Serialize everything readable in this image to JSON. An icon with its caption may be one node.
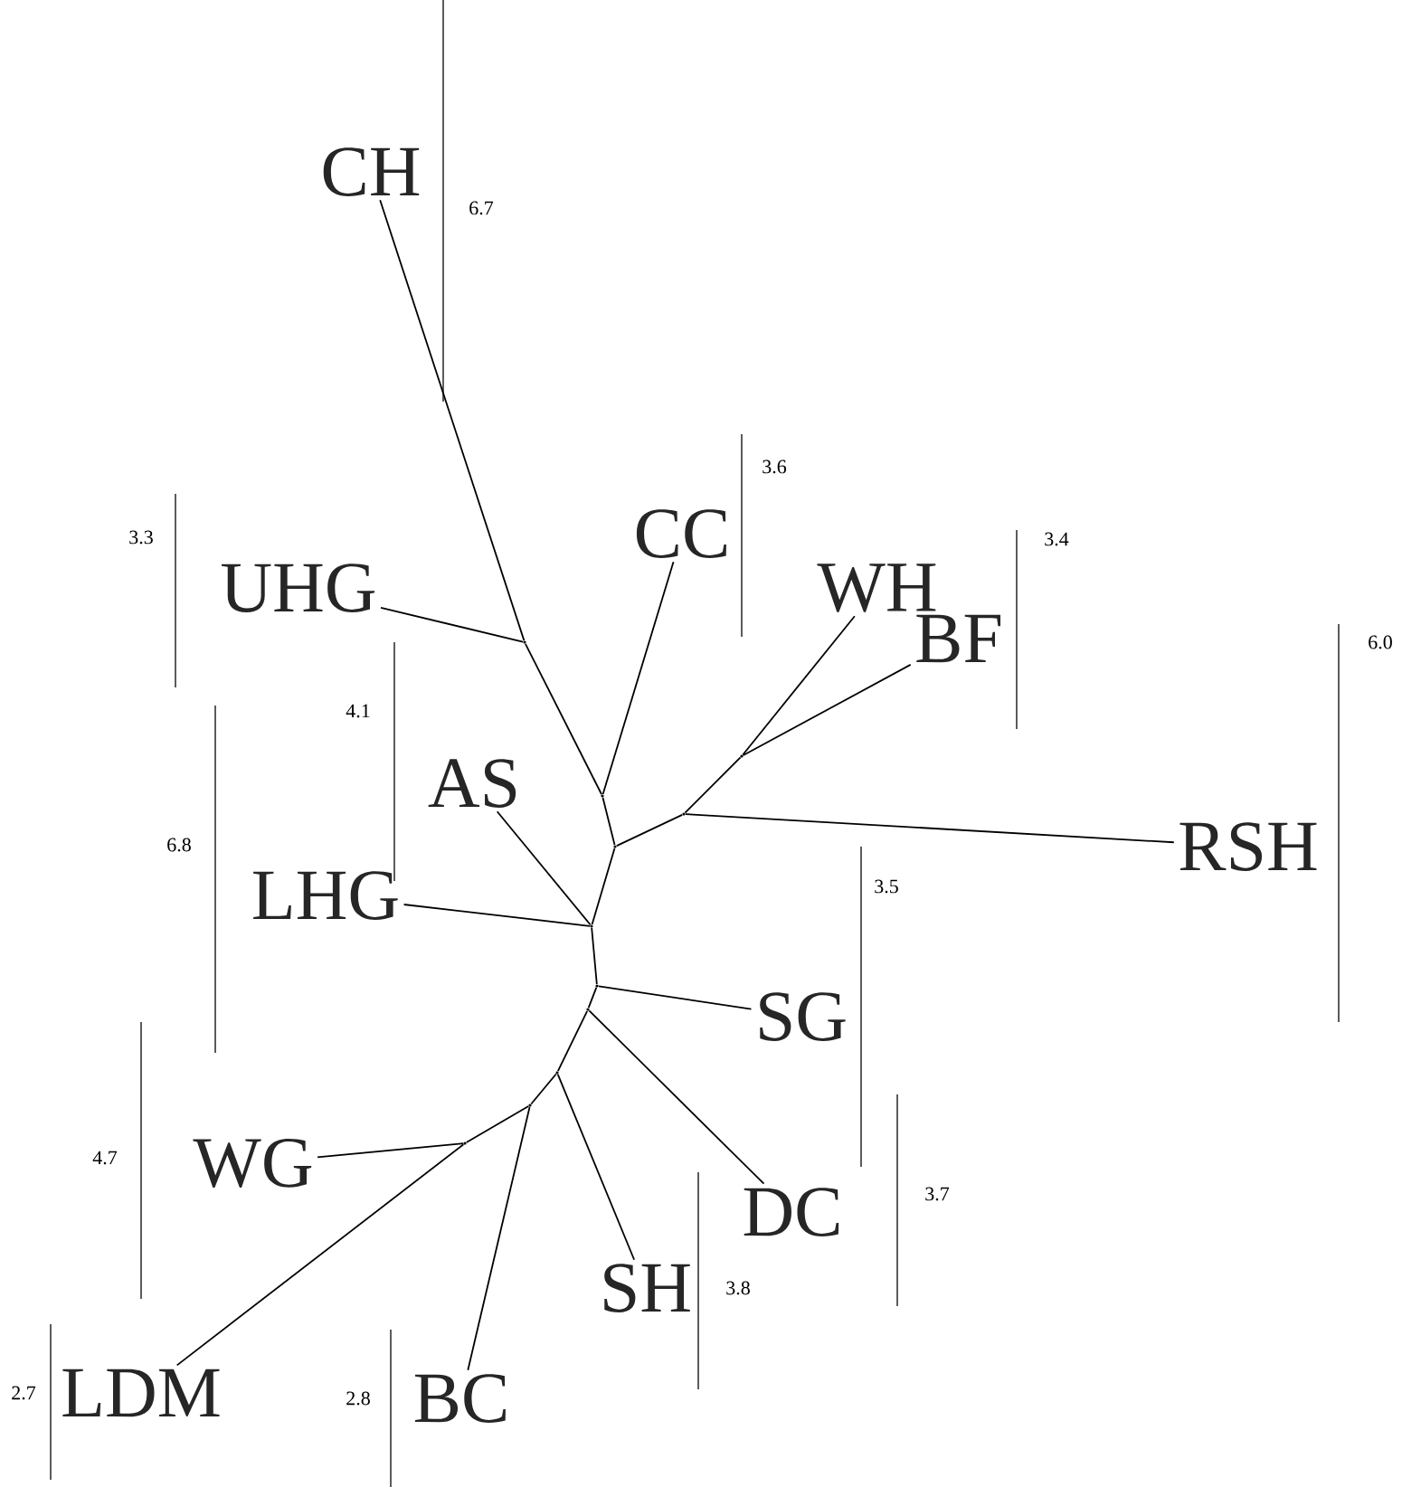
{
  "diagram": {
    "nodes": [
      {
        "text": [
          "CH"
        ]
      },
      {
        "text": [
          "CC"
        ]
      },
      {
        "text": [
          "UHG"
        ]
      },
      {
        "text": [
          "WH"
        ]
      },
      {
        "text": [
          "BF"
        ]
      },
      {
        "text": [
          "AS"
        ]
      },
      {
        "text": [
          "RSH"
        ]
      },
      {
        "text": [
          "LHG"
        ]
      },
      {
        "text": [
          "SG"
        ]
      },
      {
        "text": [
          "WG"
        ]
      },
      {
        "text": [
          "DC"
        ]
      },
      {
        "text": [
          "SH"
        ]
      },
      {
        "text": [
          "LDM"
        ]
      },
      {
        "text": [
          "BC"
        ]
      },
      {
        "text": [],
        "shape": "point"
      },
      {
        "text": [],
        "shape": "point"
      },
      {
        "text": [],
        "shape": "point"
      },
      {
        "text": [],
        "shape": "point"
      },
      {
        "text": [],
        "shape": "point"
      },
      {
        "text": [],
        "shape": "point"
      },
      {
        "text": [],
        "shape": "point"
      },
      {
        "text": [],
        "shape": "point"
      },
      {
        "text": [],
        "shape": "point"
      },
      {
        "text": [],
        "shape": "point"
      },
      {
        "text": [],
        "shape": "point"
      }
    ],
    "edges": [
      {
        "from": 14,
        "to": 0,
        "arrow": "none"
      },
      {
        "from": 14,
        "to": 2,
        "arrow": "none"
      },
      {
        "from": 14,
        "to": 15,
        "arrow": "none"
      },
      {
        "from": 15,
        "to": 1,
        "arrow": "none"
      },
      {
        "from": 15,
        "to": 16,
        "arrow": "none"
      },
      {
        "from": 16,
        "to": 17,
        "arrow": "none"
      },
      {
        "from": 17,
        "to": 6,
        "arrow": "none"
      },
      {
        "from": 17,
        "to": 18,
        "arrow": "none"
      },
      {
        "from": 18,
        "to": 3,
        "arrow": "none"
      },
      {
        "from": 18,
        "to": 4,
        "arrow": "none"
      },
      {
        "from": 16,
        "to": 19,
        "arrow": "none"
      },
      {
        "from": 19,
        "to": 7,
        "arrow": "none"
      },
      {
        "from": 19,
        "to": 5,
        "arrow": "none"
      },
      {
        "from": 19,
        "to": 20,
        "arrow": "none"
      },
      {
        "from": 20,
        "to": 8,
        "arrow": "none"
      },
      {
        "from": 20,
        "to": 21,
        "arrow": "none"
      },
      {
        "from": 21,
        "to": 10,
        "arrow": "none"
      },
      {
        "from": 21,
        "to": 22,
        "arrow": "none"
      },
      {
        "from": 22,
        "to": 11,
        "arrow": "none"
      },
      {
        "from": 22,
        "to": 23,
        "arrow": "none"
      },
      {
        "from": 23,
        "to": 13,
        "arrow": "none"
      },
      {
        "from": 23,
        "to": 24,
        "arrow": "none"
      },
      {
        "from": 24,
        "to": 9,
        "arrow": "none"
      },
      {
        "from": 24,
        "to": 12,
        "arrow": "none"
      }
    ],
    "labels": [
      "6.7",
      "3.6",
      "3.3",
      "3.4",
      "6.0",
      "4.1",
      "6.8",
      "3.5",
      "4.7",
      "3.7",
      "3.8",
      "2.7",
      "2.8"
    ]
  }
}
